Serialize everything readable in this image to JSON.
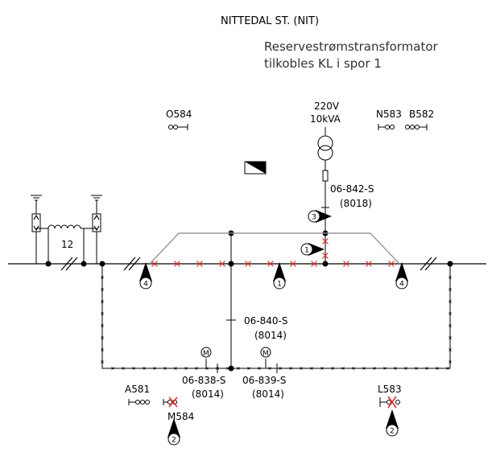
{
  "title": "NITTEDAL ST. (NIT)",
  "note": [
    "Reservestrømstransformator",
    "tilkobles KL i spor 1"
  ],
  "transformer": {
    "voltage": "220V",
    "power": "10kVA"
  },
  "signals": {
    "o584": "O584",
    "n583": "N583",
    "b582": "B582",
    "a581": "A581",
    "m584": "M584",
    "l583": "L583"
  },
  "section_label": "12",
  "switches": [
    {
      "id": "06-842-S",
      "ref": "(8018)"
    },
    {
      "id": "06-840-S",
      "ref": "(8014)"
    },
    {
      "id": "06-838-S",
      "ref": "(8014)"
    },
    {
      "id": "06-839-S",
      "ref": "(8014)"
    }
  ],
  "motor_symbol": "M",
  "markers": [
    "3",
    "1",
    "1",
    "4",
    "4",
    "2",
    "2"
  ],
  "colors": {
    "line": "#000000",
    "track_gray": "#999999",
    "earth_mark": "#e53030"
  }
}
